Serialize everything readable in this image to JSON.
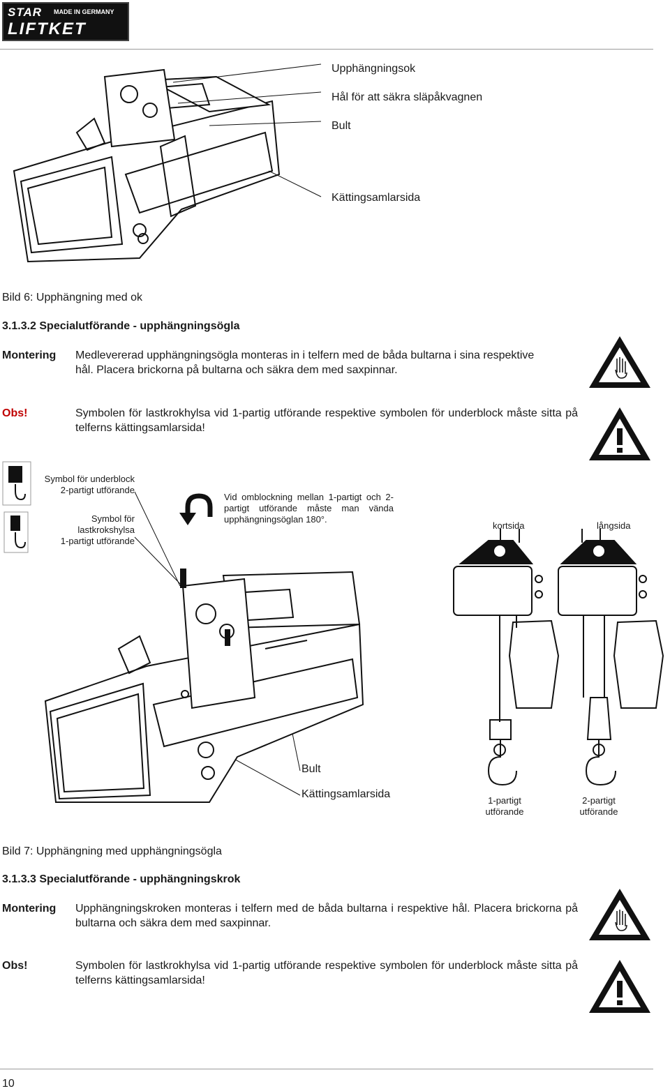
{
  "logo": {
    "line1": "STAR",
    "line2": "LIFTKET",
    "made_in": "MADE IN GERMANY"
  },
  "figure6": {
    "labels": [
      "Upphängningsok",
      "Hål för att säkra släpåkvagnen",
      "Bult",
      "Kättingsamlarsida"
    ],
    "caption": "Bild 6: Upphängning med ok"
  },
  "section_3132": {
    "heading": "3.1.3.2  Specialutförande - upphängningsögla",
    "montering_label": "Montering",
    "montering_text": "Medlevererad upphängningsögla monteras in i telfern med de båda bultarna i sina respektive hål. Placera brickorna på bultarna och säkra dem med saxpinnar.",
    "obs_label": "Obs!",
    "obs_text": "Symbolen för lastkrokhylsa vid 1-partig utförande respektive symbolen för underblock måste sitta på telferns kättingsamlarsida!"
  },
  "figure7": {
    "symbol_underblock": [
      "Symbol för underblock",
      "2-partigt utförande"
    ],
    "symbol_lastkrok": [
      "Symbol för",
      "lastkrokshylsa",
      "1-partigt utförande"
    ],
    "omblockning_text": "Vid omblockning mellan 1-partigt och 2-partigt utförande måste man vända upphängningsöglan 180°.",
    "kortsida": "kortsida",
    "langsida": "långsida",
    "bult": "Bult",
    "kattingsamlarsida": "Kättingsamlarsida",
    "one_part": [
      "1-partigt",
      "utförande"
    ],
    "two_part": [
      "2-partigt",
      "utförande"
    ],
    "caption": "Bild 7: Upphängning med upphängningsögla"
  },
  "section_3133": {
    "heading": "3.1.3.3  Specialutförande - upphängningskrok",
    "montering_label": "Montering",
    "montering_text": "Upphängningskroken monteras i telfern med de båda bultarna i respektive hål. Placera brickorna på bultarna och säkra dem med saxpinnar.",
    "obs_label": "Obs!",
    "obs_text": "Symbolen för lastkrokhylsa vid 1-partig utförande respektive symbolen för underblock måste sitta på telferns kättingsamlarsida!"
  },
  "page_number": "10"
}
